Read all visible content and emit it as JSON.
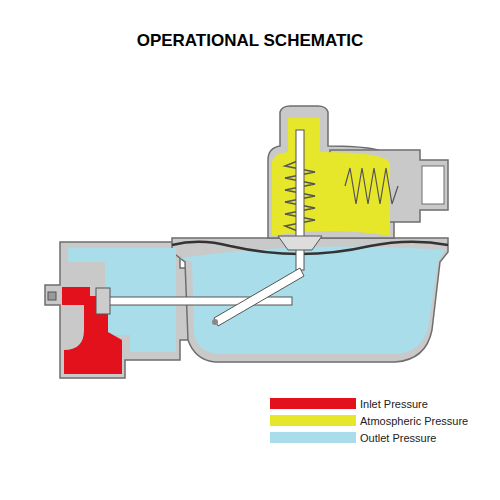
{
  "diagram": {
    "title": "OPERATIONAL SCHEMATIC",
    "legend": [
      {
        "text": "Inlet Pressure",
        "color": "#e3111b"
      },
      {
        "text": "Atmospheric Pressure",
        "color": "#e6e62a"
      },
      {
        "text": "Outlet Pressure",
        "color": "#a9dde9"
      }
    ]
  }
}
